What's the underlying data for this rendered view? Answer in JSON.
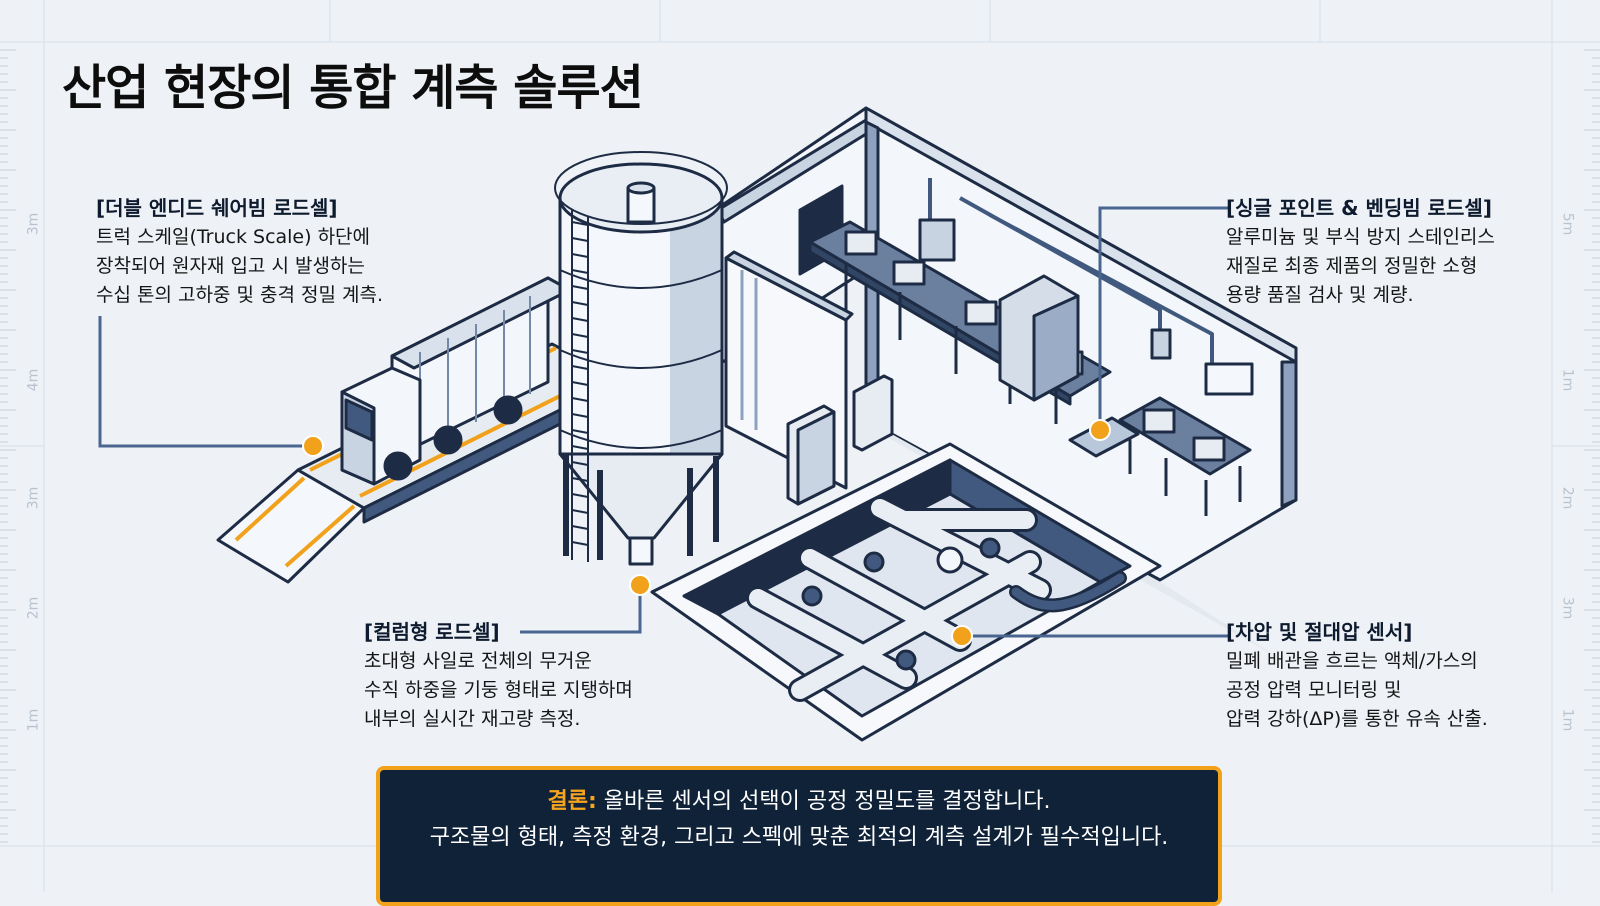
{
  "title": "산업 현장의 통합 계측 솔루션",
  "callouts": {
    "truck": {
      "heading": "[더블 엔디드 쉐어빔 로드셀]",
      "lines": [
        "트럭 스케일(Truck Scale) 하단에",
        "장착되어 원자재 입고 시 발생하는",
        "수십 톤의 고하중 및 충격 정밀 계측."
      ]
    },
    "single_point": {
      "heading": "[싱글 포인트 & 벤딩빔 로드셀]",
      "lines": [
        "알루미늄 및 부식 방지 스테인리스",
        "재질로 최종 제품의 정밀한 소형",
        "용량 품질 검사 및 계량."
      ]
    },
    "column": {
      "heading": "[컬럼형 로드셀]",
      "lines": [
        "초대형 사일로 전체의 무거운",
        "수직 하중을 기둥 형태로 지탱하며",
        "내부의 실시간 재고량 측정."
      ]
    },
    "pressure": {
      "heading": "[차압 및 절대압 센서]",
      "lines": [
        "밀폐 배관을 흐르는 액체/가스의",
        "공정 압력 모니터링 및",
        "압력 강하(ΔP)를 통한 유속 산출."
      ]
    }
  },
  "conclusion": {
    "label": "결론:",
    "line1": " 올바른 센서의 선택이 공정 정밀도를 결정합니다.",
    "line2": "구조물의 형태, 측정 환경, 그리고 스펙에 맞춘 최적의 계측 설계가 필수적입니다."
  },
  "rulers": {
    "left": [
      "3m",
      "4m",
      "3m",
      "2m",
      "1m"
    ],
    "right": [
      "5m",
      "1m",
      "2m",
      "3m",
      "1m"
    ]
  },
  "colors": {
    "accent": "#f2a11b",
    "navy": "#0f2238",
    "steel": "#41597e",
    "callout_line": "#4a6690"
  }
}
